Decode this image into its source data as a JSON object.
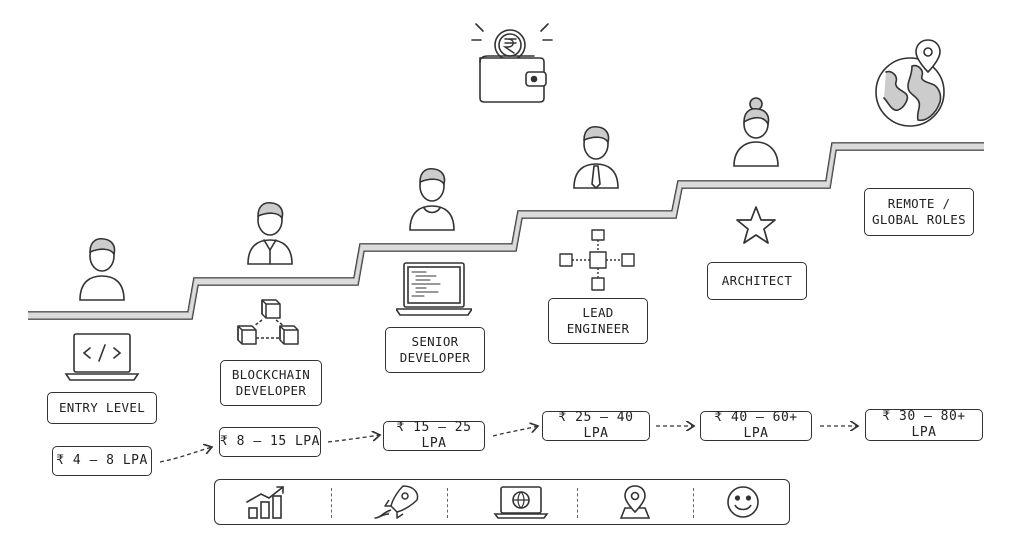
{
  "diagram": {
    "steps": [
      {
        "id": "entry",
        "role": "ENTRY LEVEL",
        "salary": "₹ 4 – 8 LPA",
        "person_icon": "person-icon",
        "role_icon": "code-laptop-icon"
      },
      {
        "id": "blockchain",
        "role": "BLOCKCHAIN\nDEVELOPER",
        "salary": "₹ 8 – 15 LPA",
        "person_icon": "person-collar-icon",
        "role_icon": "blocks-icon"
      },
      {
        "id": "senior",
        "role": "SENIOR\nDEVELOPER",
        "salary": "₹ 15 – 25 LPA",
        "person_icon": "person-icon",
        "role_icon": "laptop-icon"
      },
      {
        "id": "lead",
        "role": "LEAD\nENGINEER",
        "salary": "₹ 25 – 40 LPA",
        "person_icon": "person-tie-icon",
        "role_icon": "network-blocks-icon"
      },
      {
        "id": "architect",
        "role": "ARCHITECT",
        "salary": "₹ 40 – 60+ LPA",
        "person_icon": "person-bun-icon",
        "role_icon": "star-icon"
      },
      {
        "id": "remote",
        "role": "REMOTE /\nGLOBAL ROLES",
        "salary": "₹ 30 – 80+ LPA",
        "person_icon": "",
        "role_icon": "globe-pin-icon"
      }
    ],
    "top_icon": "wallet-coin-icon",
    "bottom_bar_icons": [
      "growth-chart-icon",
      "rocket-icon",
      "globe-laptop-icon",
      "map-pin-icon",
      "smiley-icon"
    ]
  }
}
